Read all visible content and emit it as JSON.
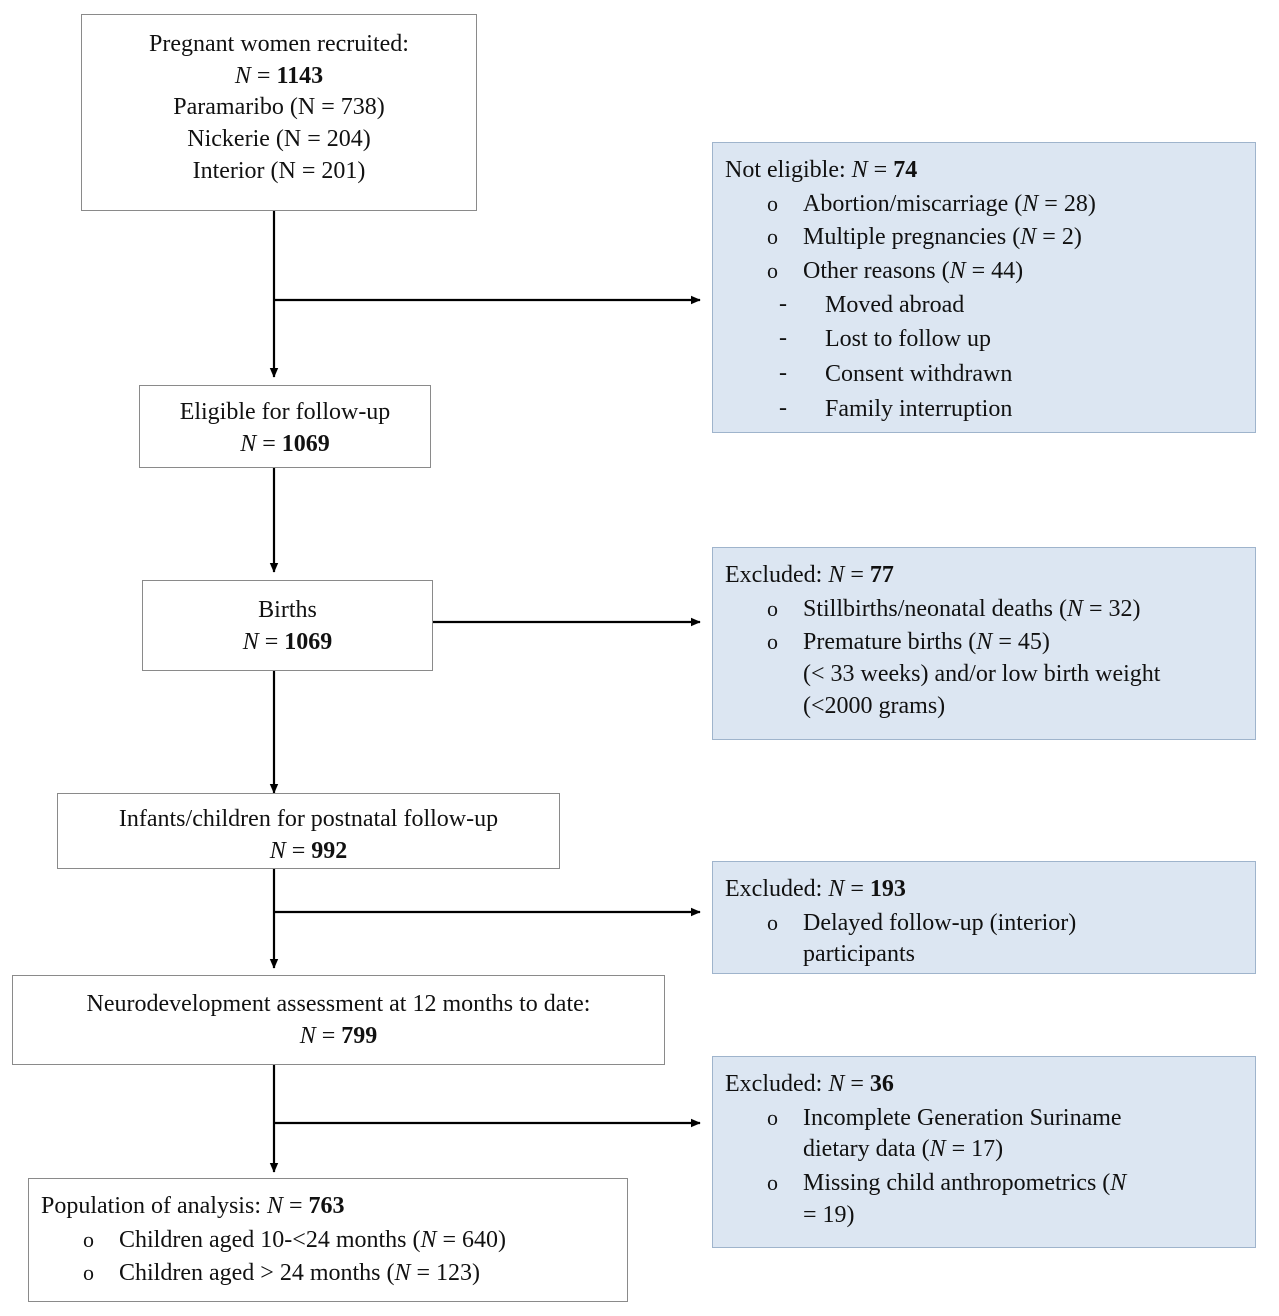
{
  "diagram": {
    "title": "Study participant flow diagram",
    "type": "flowchart",
    "colors": {
      "excluded_box_fill": "#dce6f2",
      "excluded_box_border": "#9fb4cc",
      "main_box_fill": "#ffffff",
      "main_box_border": "#8a8a8a",
      "connector": "#000000"
    }
  },
  "nodes": {
    "recruited": {
      "line1": "Pregnant women recruited:",
      "line2_label": "N",
      "line2_eq": "=",
      "line2_value": "1143",
      "line3": "Paramaribo (N = 738)",
      "line4": "Nickerie  (N = 204)",
      "line5": "Interior (N = 201)"
    },
    "not_eligible": {
      "header_label": "Not eligible:",
      "header_n": "N",
      "header_eq": "=",
      "header_value": "74",
      "items": [
        "Abortion/miscarriage (N = 28)",
        "Multiple pregnancies (N = 2)",
        "Other reasons (N = 44)"
      ],
      "subitems": [
        "Moved abroad",
        "Lost to follow up",
        "Consent withdrawn",
        "Family interruption"
      ],
      "bullet_marker": "o",
      "dash_marker": "-"
    },
    "eligible": {
      "line1": "Eligible for follow-up",
      "line2_label": "N",
      "line2_eq": "=",
      "line2_value": "1069"
    },
    "births": {
      "line1": "Births",
      "line2_label": "N",
      "line2_eq": "=",
      "line2_value": "1069"
    },
    "excluded_77": {
      "header_label": "Excluded:",
      "header_n": "N",
      "header_eq": "=",
      "header_value": "77",
      "items": [
        "Stillbirths/neonatal deaths (N = 32)",
        "Premature births (N = 45)"
      ],
      "continuation": [
        "(< 33 weeks) and/or low birth weight",
        "(<2000 grams)"
      ],
      "bullet_marker": "o"
    },
    "postnatal": {
      "line1": "Infants/children for postnatal follow-up",
      "line2_label": "N",
      "line2_eq": "=",
      "line2_value": "992"
    },
    "excluded_193": {
      "header_label": "Excluded:",
      "header_n": "N",
      "header_eq": "=",
      "header_value": "193",
      "items": [
        "Delayed follow-up (interior) participants"
      ],
      "bullet_marker": "o"
    },
    "neurodevelopment": {
      "line1": "Neurodevelopment assessment at 12 months to date:",
      "line2_label": "N",
      "line2_eq": "=",
      "line2_value": "799"
    },
    "excluded_36": {
      "header_label": "Excluded:",
      "header_n": "N",
      "header_eq": "=",
      "header_value": "36",
      "items": [
        "Incomplete Generation Suriname dietary data (N = 17)",
        "Missing child anthropometrics (N = 19)"
      ],
      "bullet_marker": "o"
    },
    "population": {
      "header_label": "Population of analysis:",
      "header_n": "N",
      "header_eq": "=",
      "header_value": "763",
      "items": [
        "Children aged 10-<24 months (N = 640)",
        "Children aged > 24 months (N = 123)"
      ],
      "bullet_marker": "o"
    }
  }
}
